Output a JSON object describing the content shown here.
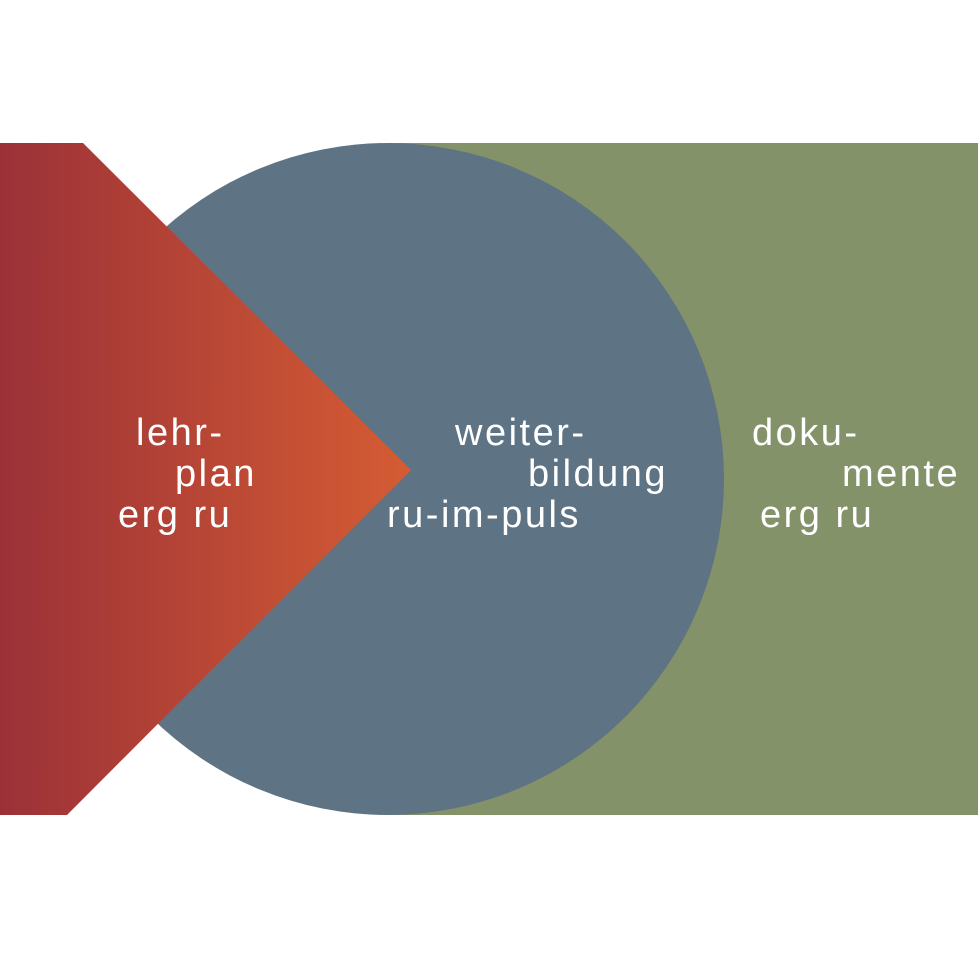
{
  "sections": [
    {
      "id": "lehrplan",
      "lines": [
        "lehr-",
        "plan",
        "erg ru"
      ],
      "color_start": "#9b3138",
      "color_end": "#d55c33"
    },
    {
      "id": "weiterbildung",
      "lines": [
        "weiter-",
        "bildung",
        "ru-im-puls"
      ],
      "color": "#5e7383"
    },
    {
      "id": "dokumente",
      "lines": [
        "doku-",
        "mente",
        "erg ru"
      ],
      "color": "#84926a"
    }
  ],
  "text_color": "#ffffff",
  "background": "#ffffff"
}
